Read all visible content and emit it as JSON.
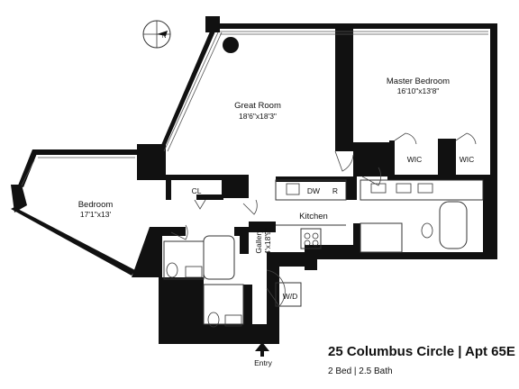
{
  "listing": {
    "title": "25 Columbus Circle | Apt 65E",
    "subtitle": "2 Bed | 2.5 Bath"
  },
  "rooms": {
    "great_room": {
      "name": "Great Room",
      "dims": "18'6\"x18'3\""
    },
    "master_bedroom": {
      "name": "Master Bedroom",
      "dims": "16'10\"x13'8\""
    },
    "bedroom": {
      "name": "Bedroom",
      "dims": "17'1\"x13'"
    },
    "kitchen": {
      "name": "Kitchen"
    },
    "gallery": {
      "name": "Gallery",
      "dims": "4'x18'9\""
    },
    "closet": {
      "name": "CL"
    },
    "wic_left": {
      "name": "WIC"
    },
    "wic_right": {
      "name": "WIC"
    },
    "laundry": {
      "name": "W/D"
    },
    "dishwasher": {
      "name": "DW"
    },
    "refrigerator": {
      "name": "R"
    },
    "entry": {
      "name": "Entry"
    }
  },
  "colors": {
    "wall": "#111111",
    "background": "#ffffff",
    "fixture_line": "#333333"
  },
  "icons": [
    "compass-icon",
    "entry-arrow-icon",
    "column-icon"
  ]
}
